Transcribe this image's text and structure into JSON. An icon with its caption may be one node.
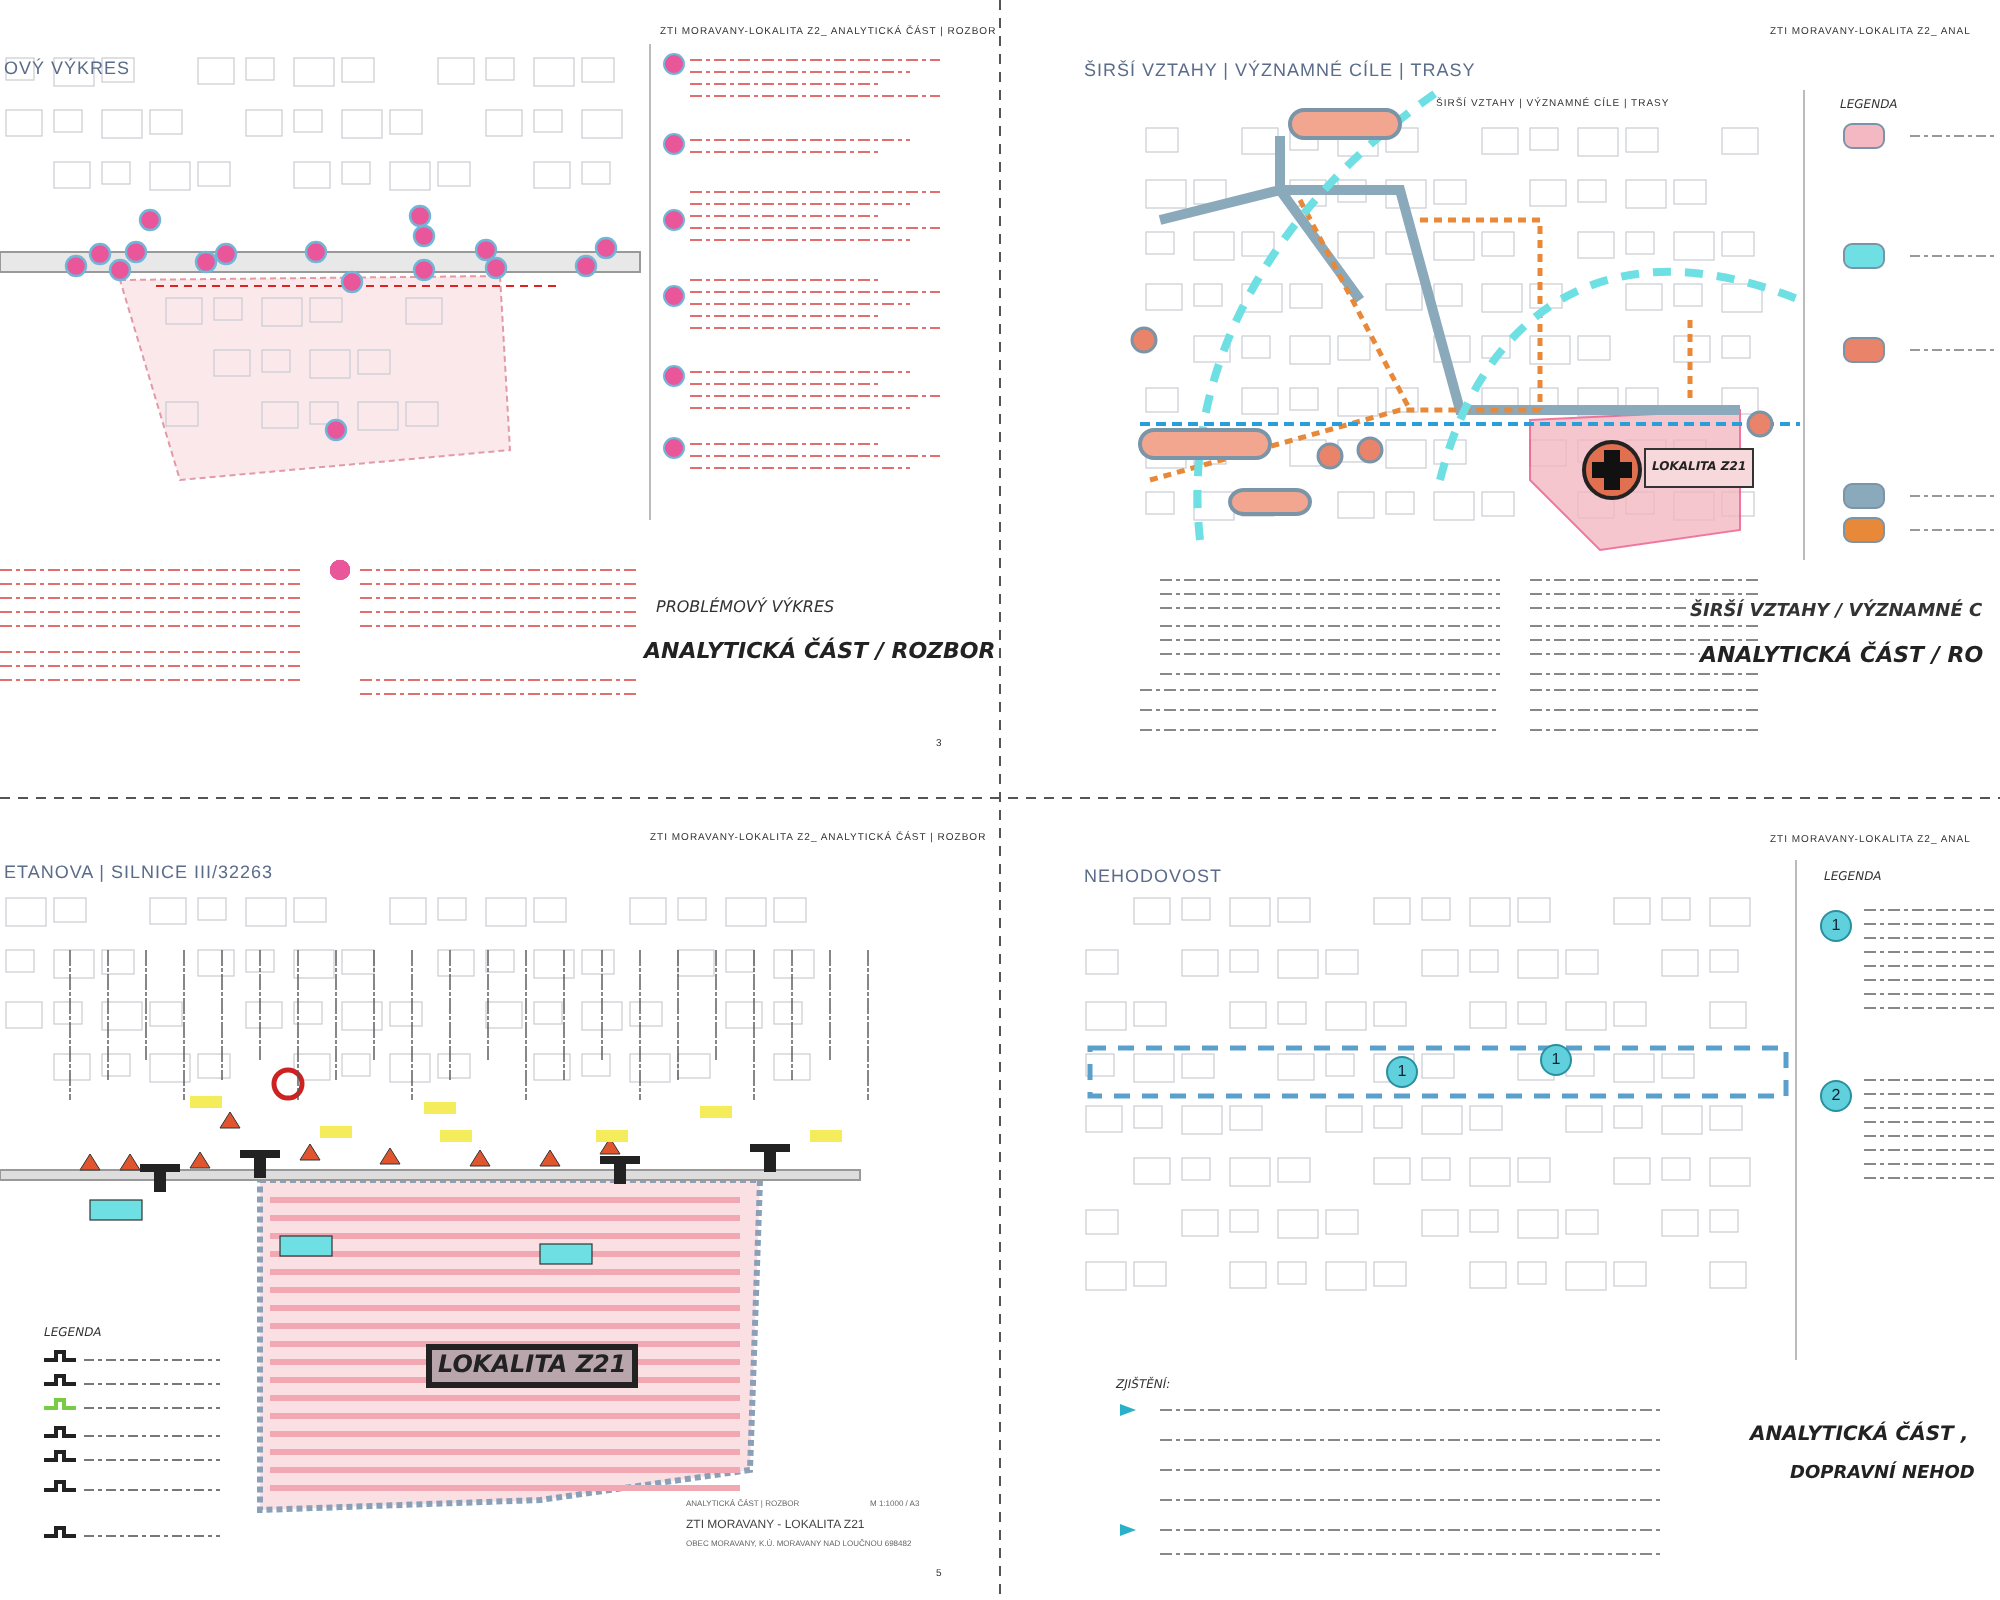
{
  "diagram": {
    "nodes": [
      {
        "text": [
          "OVÝ VÝKRES"
        ]
      },
      {
        "text": [
          "ŠIRŠÍ VZTAHY | VÝZNAMNÉ CÍLE | TRASY"
        ]
      },
      {
        "text": [
          "ETANOVA | SILNICE III/32263"
        ]
      },
      {
        "text": [
          "NEHODOVOST"
        ]
      },
      {
        "text": [
          "LOKALITA Z21"
        ],
        "in": 2
      },
      {
        "text": [
          "LOKALITA Z21"
        ],
        "in": 1
      }
    ],
    "edges": [],
    "labels": [
      "ZTI MORAVANY-LOKALITA Z2_ ANALYTICKÁ ČÁST | ROZBOR",
      "PROBLÉMOVÝ VÝKRES",
      "ANALYTICKÁ ČÁST / ROZBOR",
      "3",
      "ZTI MORAVANY-LOKALITA Z2_ ANAL",
      "ŠIRŠÍ VZTAHY | VÝZNAMNÉ CÍLE | TRASY",
      "LEGENDA",
      "ŠIRŠÍ VZTAHY / VÝZNAMNÉ C",
      "ANALYTICKÁ ČÁST / RO",
      "ZTI MORAVANY-LOKALITA Z2_ ANALYTICKÁ ČÁST | ROZBOR",
      "LEGENDA",
      "ANALYTICKÁ ČÁST | ROZBOR",
      "M 1:1000 / A3",
      "ZTI MORAVANY - LOKALITA Z21",
      "OBEC MORAVANY, K.Ú. MORAVANY NAD LOUČNOU 698482",
      "5",
      "ZTI MORAVANY-LOKALITA Z2_ ANAL",
      "1",
      "1",
      "LEGENDA",
      "1",
      "2",
      "ZJIŠTĚNÍ:",
      "ANALYTICKÁ ČÁST ,",
      "DOPRAVNÍ NEHOD"
    ]
  }
}
